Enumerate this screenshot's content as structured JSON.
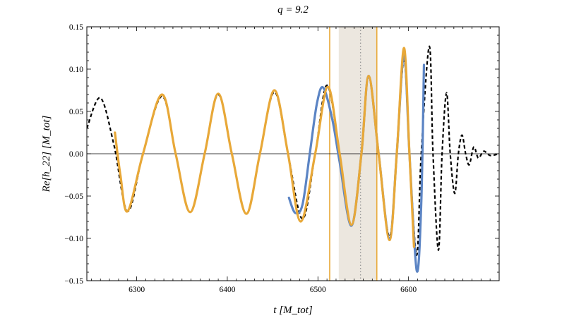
{
  "chart_data": {
    "type": "line",
    "title": "q = 9.2",
    "xlabel": "t [M_tot]",
    "ylabel": "Re[h_22] [M_tot]",
    "xlim": [
      6245,
      6700
    ],
    "ylim": [
      -0.15,
      0.15
    ],
    "x_ticks": [
      6300,
      6400,
      6500,
      6600
    ],
    "x_tick_labels": [
      "6300",
      "6400",
      "6500",
      "6600"
    ],
    "y_ticks": [
      -0.15,
      -0.1,
      -0.05,
      0.0,
      0.05,
      0.1,
      0.15
    ],
    "y_tick_labels": [
      "−0.15",
      "−0.10",
      "−0.05",
      "0.00",
      "0.05",
      "0.10",
      "0.15"
    ],
    "grid": false,
    "zero_line": 0.0,
    "shaded_band": {
      "x": [
        6523,
        6565
      ],
      "color": "#ece7df"
    },
    "vertical_lines": [
      {
        "x": 6513,
        "style": "solid",
        "color": "#e8a838"
      },
      {
        "x": 6565,
        "style": "solid",
        "color": "#e8a838"
      },
      {
        "x": 6547,
        "style": "dotted",
        "color": "#9a9a9a"
      }
    ],
    "series": [
      {
        "style": "dashed",
        "color": "#000000",
        "points": [
          [
            6245,
            0.03
          ],
          [
            6260,
            0.066
          ],
          [
            6275,
            0.01
          ],
          [
            6290,
            -0.068
          ],
          [
            6307,
            0.0
          ],
          [
            6328,
            0.068
          ],
          [
            6343,
            0.0
          ],
          [
            6359,
            -0.069
          ],
          [
            6375,
            0.0
          ],
          [
            6390,
            0.07
          ],
          [
            6405,
            0.0
          ],
          [
            6421,
            -0.071
          ],
          [
            6436,
            0.0
          ],
          [
            6452,
            0.073
          ],
          [
            6467,
            0.0
          ],
          [
            6483,
            -0.077
          ],
          [
            6497,
            0.0
          ],
          [
            6510,
            0.081
          ],
          [
            6524,
            0.0
          ],
          [
            6537,
            -0.085
          ],
          [
            6548,
            0.0
          ],
          [
            6556,
            0.092
          ],
          [
            6567,
            0.0
          ],
          [
            6579,
            -0.098
          ],
          [
            6587,
            0.0
          ],
          [
            6595,
            0.111
          ],
          [
            6601,
            0.0
          ],
          [
            6609,
            -0.12
          ],
          [
            6614,
            0.0
          ],
          [
            6623,
            0.127
          ],
          [
            6627,
            0.0
          ],
          [
            6633,
            -0.114
          ],
          [
            6637,
            0.0
          ],
          [
            6642,
            0.072
          ],
          [
            6646,
            0.0
          ],
          [
            6651,
            -0.047
          ],
          [
            6655,
            0.0
          ],
          [
            6659,
            0.022
          ],
          [
            6663,
            0.0
          ],
          [
            6667,
            -0.013
          ],
          [
            6672,
            0.008
          ],
          [
            6677,
            -0.005
          ],
          [
            6683,
            0.003
          ],
          [
            6690,
            -0.002
          ],
          [
            6700,
            0.0
          ]
        ]
      },
      {
        "style": "solid",
        "color": "#5b84c4",
        "points": [
          [
            6468,
            -0.052
          ],
          [
            6475,
            -0.07
          ],
          [
            6483,
            -0.06
          ],
          [
            6491,
            0.0
          ],
          [
            6499,
            0.06
          ],
          [
            6506,
            0.078
          ],
          [
            6516,
            0.04
          ],
          [
            6524,
            -0.01
          ],
          [
            6537,
            -0.085
          ],
          [
            6548,
            0.0
          ],
          [
            6556,
            0.092
          ],
          [
            6567,
            0.0
          ],
          [
            6579,
            -0.1
          ],
          [
            6587,
            0.0
          ],
          [
            6595,
            0.118
          ],
          [
            6601,
            0.0
          ],
          [
            6609,
            -0.138
          ],
          [
            6614,
            -0.06
          ],
          [
            6617,
            0.105
          ]
        ]
      },
      {
        "style": "solid",
        "color": "#e8a838",
        "points": [
          [
            6276,
            0.025
          ],
          [
            6282,
            -0.025
          ],
          [
            6290,
            -0.068
          ],
          [
            6307,
            0.0
          ],
          [
            6328,
            0.07
          ],
          [
            6343,
            0.0
          ],
          [
            6359,
            -0.069
          ],
          [
            6375,
            0.0
          ],
          [
            6390,
            0.071
          ],
          [
            6405,
            0.0
          ],
          [
            6421,
            -0.071
          ],
          [
            6436,
            0.0
          ],
          [
            6452,
            0.075
          ],
          [
            6467,
            0.0
          ],
          [
            6481,
            -0.08
          ],
          [
            6497,
            0.0
          ],
          [
            6511,
            0.079
          ],
          [
            6524,
            0.0
          ],
          [
            6537,
            -0.084
          ],
          [
            6548,
            0.0
          ],
          [
            6556,
            0.092
          ],
          [
            6567,
            0.0
          ],
          [
            6579,
            -0.102
          ],
          [
            6587,
            0.0
          ],
          [
            6595,
            0.125
          ],
          [
            6601,
            0.0
          ],
          [
            6606,
            -0.11
          ]
        ]
      }
    ]
  }
}
